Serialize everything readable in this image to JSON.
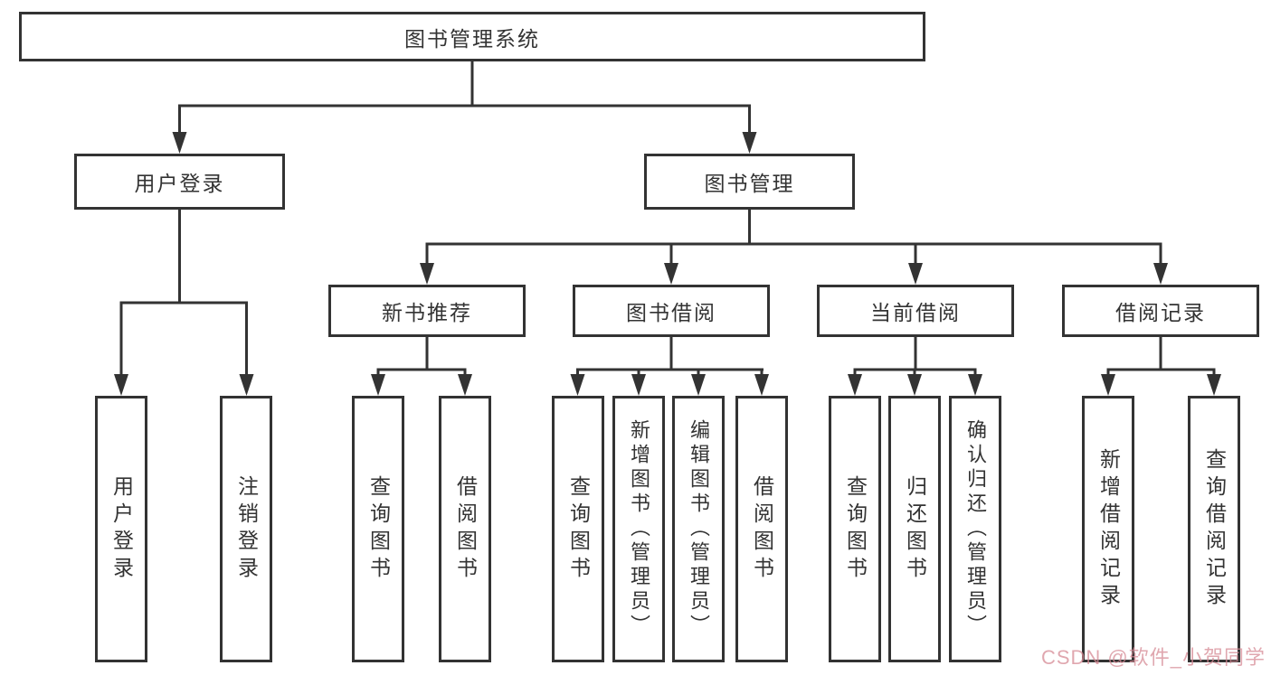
{
  "diagram": {
    "title": "图书管理系统",
    "root": {
      "label": "图书管理系统"
    },
    "level2": [
      {
        "id": "user-login-group",
        "label": "用户登录"
      },
      {
        "id": "book-management",
        "label": "图书管理"
      }
    ],
    "level3": [
      {
        "id": "new-book-recommend",
        "label": "新书推荐",
        "parent": "图书管理"
      },
      {
        "id": "book-borrowing",
        "label": "图书借阅",
        "parent": "图书管理"
      },
      {
        "id": "current-borrowing",
        "label": "当前借阅",
        "parent": "图书管理"
      },
      {
        "id": "borrow-records",
        "label": "借阅记录",
        "parent": "图书管理"
      }
    ],
    "leaves": [
      {
        "id": "user-login",
        "label": "用户登录",
        "parent": "用户登录"
      },
      {
        "id": "logout",
        "label": "注销登录",
        "parent": "用户登录"
      },
      {
        "id": "query-books-recommend",
        "label": "查询图书",
        "parent": "新书推荐"
      },
      {
        "id": "borrow-books-recommend",
        "label": "借阅图书",
        "parent": "新书推荐"
      },
      {
        "id": "query-books-borrowing",
        "label": "查询图书",
        "parent": "图书借阅"
      },
      {
        "id": "add-books-admin",
        "label": "新增图书（管理员）",
        "parent": "图书借阅"
      },
      {
        "id": "edit-books-admin",
        "label": "编辑图书（管理员）",
        "parent": "图书借阅"
      },
      {
        "id": "borrow-books-borrowing",
        "label": "借阅图书",
        "parent": "图书借阅"
      },
      {
        "id": "query-books-current",
        "label": "查询图书",
        "parent": "当前借阅"
      },
      {
        "id": "return-books",
        "label": "归还图书",
        "parent": "当前借阅"
      },
      {
        "id": "confirm-return-admin",
        "label": "确认归还（管理员）",
        "parent": "当前借阅"
      },
      {
        "id": "add-borrow-record",
        "label": "新增借阅记录",
        "parent": "借阅记录"
      },
      {
        "id": "query-borrow-record",
        "label": "查询借阅记录",
        "parent": "借阅记录"
      }
    ]
  },
  "watermark": {
    "text": "CSDN @软件_小贺同学"
  },
  "colors": {
    "line": "#333333",
    "box_border": "#333333",
    "box_background": "#ffffff",
    "text": "#333333",
    "watermark": "#d68a94"
  }
}
